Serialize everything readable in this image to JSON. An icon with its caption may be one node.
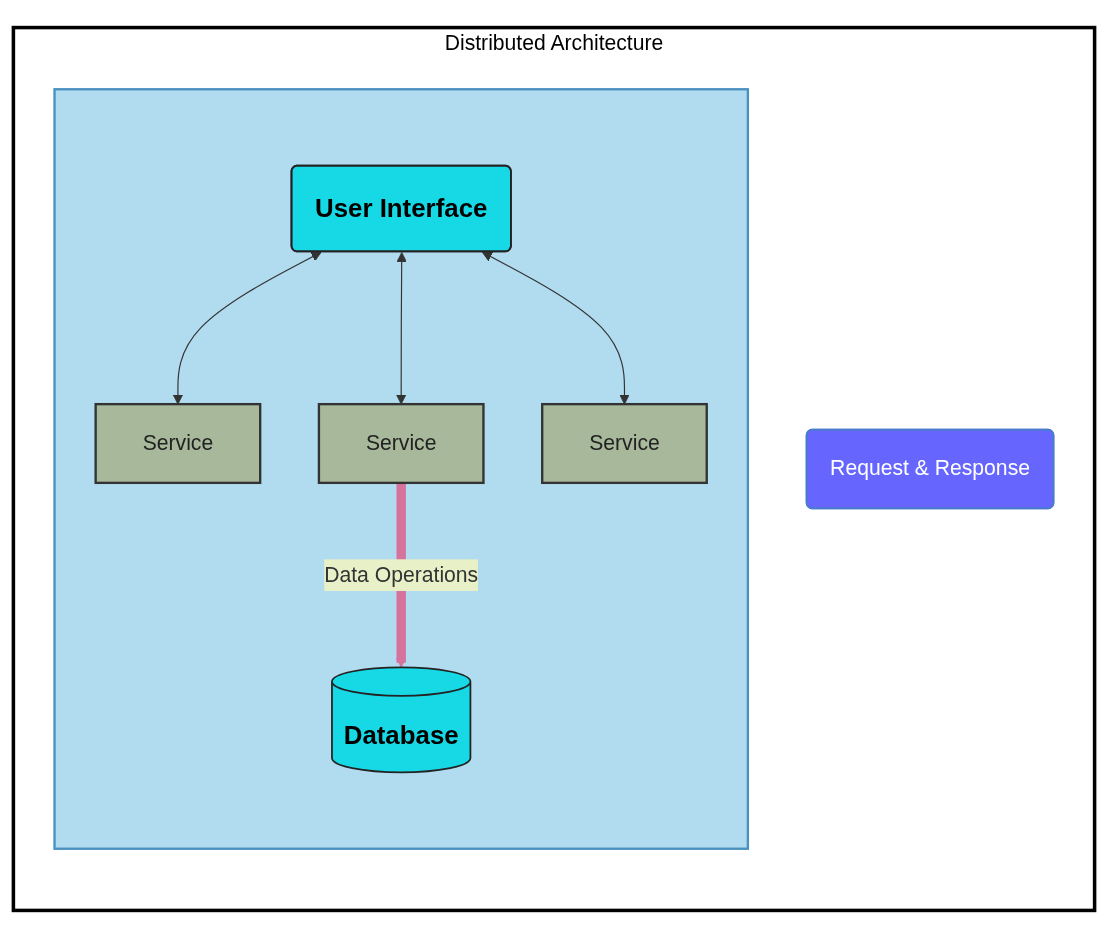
{
  "diagram": {
    "nodes": [
      {
        "text": [
          "Distributed Architecture"
        ]
      },
      {
        "text": [],
        "shape": "box",
        "in": 0
      },
      {
        "text": [
          "User Interface"
        ],
        "in": 1
      },
      {
        "text": [
          "Service"
        ],
        "in": 1
      },
      {
        "text": [
          "Service"
        ],
        "in": 1
      },
      {
        "text": [
          "Service"
        ],
        "in": 1
      },
      {
        "text": [
          "Database"
        ],
        "in": 1
      },
      {
        "text": [
          "Request & Response"
        ],
        "in": 0
      }
    ],
    "edges": [
      {
        "from": 2,
        "to": 3,
        "arrow": "both"
      },
      {
        "from": 2,
        "to": 4,
        "arrow": "both"
      },
      {
        "from": 2,
        "to": 5,
        "arrow": "both"
      },
      {
        "from": 4,
        "to": 6,
        "arrow": "to",
        "label": "Data Operations",
        "style": "thick",
        "color": "#d5739d"
      }
    ]
  }
}
